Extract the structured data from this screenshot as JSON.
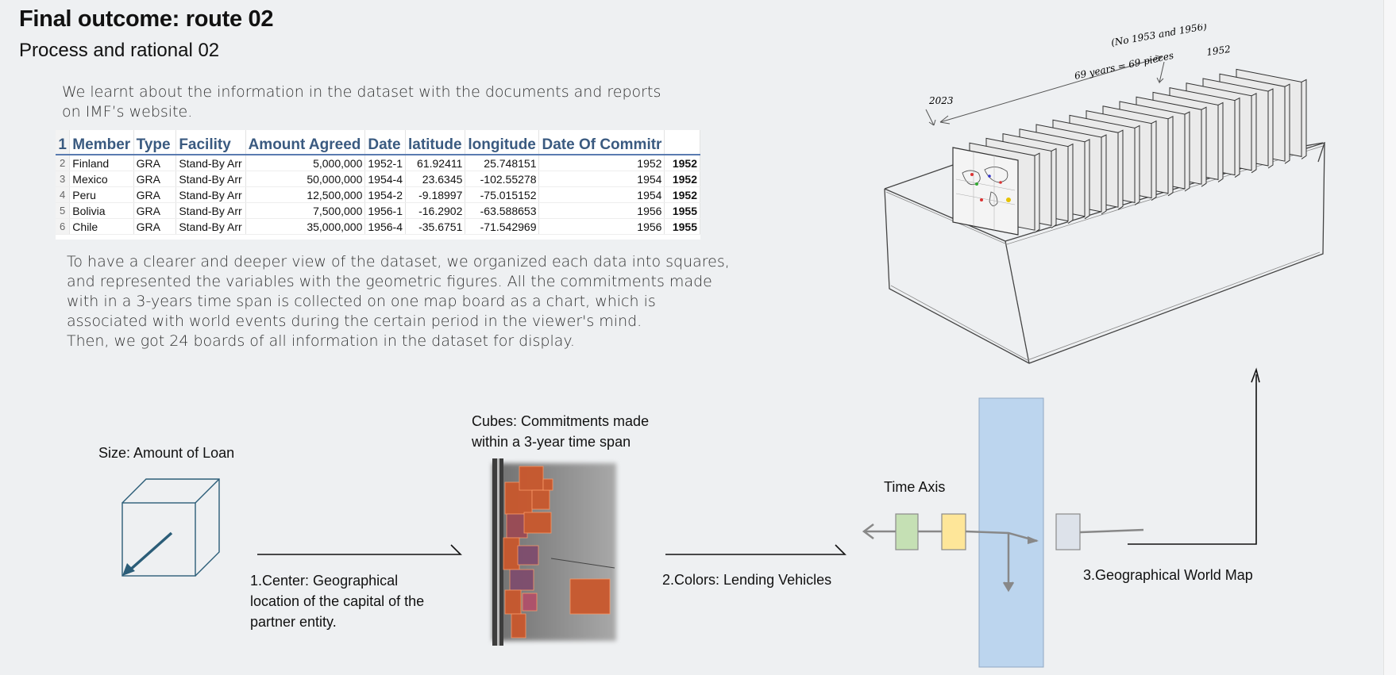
{
  "header": {
    "title": "Final outcome: route 02",
    "subtitle": "Process and rational 02"
  },
  "intro": "We learnt about the information in the dataset with the documents and reports on IMF’s website.",
  "spreadsheet": {
    "row_numbers": [
      "1",
      "2",
      "3",
      "4",
      "5",
      "6"
    ],
    "columns": [
      "Member",
      "Type",
      "Facility",
      "Amount Agreed",
      "Date",
      "latitude",
      "longitude",
      "Date Of Commitr",
      ""
    ],
    "rows": [
      [
        "Finland",
        "GRA",
        "Stand-By Arr",
        "5,000,000",
        "1952-1",
        "61.92411",
        "25.748151",
        "1952",
        "1952"
      ],
      [
        "Mexico",
        "GRA",
        "Stand-By Arr",
        "50,000,000",
        "1954-4",
        "23.6345",
        "-102.55278",
        "1954",
        "1952"
      ],
      [
        "Peru",
        "GRA",
        "Stand-By Arr",
        "12,500,000",
        "1954-2",
        "-9.18997",
        "-75.015152",
        "1954",
        "1952"
      ],
      [
        "Bolivia",
        "GRA",
        "Stand-By Arr",
        "7,500,000",
        "1956-1",
        "-16.2902",
        "-63.588653",
        "1956",
        "1955"
      ],
      [
        "Chile",
        "GRA",
        "Stand-By Arr",
        "35,000,000",
        "1956-4",
        "-35.6751",
        "-71.542969",
        "1956",
        "1955"
      ]
    ]
  },
  "body_text": "To have a clearer and deeper view of the dataset, we organized each data into squares, and represented the variables with the geometric figures. All the commitments made with in a 3-years time span is collected on one map board as a chart, which is associated with world events during the certain period in the viewer's mind.\nThen, we got 24 boards of all information in the dataset for display.",
  "sketch": {
    "note_top": "(No 1953 and 1956)",
    "note_years": "69 years = 69 pieces",
    "label_1952": "1952",
    "label_2023": "2023"
  },
  "diagram": {
    "size_label": "Size: Amount of Loan",
    "cubes_label_1": "Cubes: Commitments made",
    "cubes_label_2": "within a 3-year time span",
    "center_label_1": "1.Center: Geographical",
    "center_label_2": "location of the capital of the",
    "center_label_3": "partner entity.",
    "colors_label": "2.Colors: Lending Vehicles",
    "time_axis_label": "Time Axis",
    "map_label": "3.Geographical World Map",
    "colors": {
      "board": "#bcd5ee",
      "green": "#c5e0b4",
      "yellow": "#fee699",
      "grey": "#dde2ea",
      "cube_stroke": "#2b5d78",
      "render_orange": "#c9582d"
    }
  }
}
